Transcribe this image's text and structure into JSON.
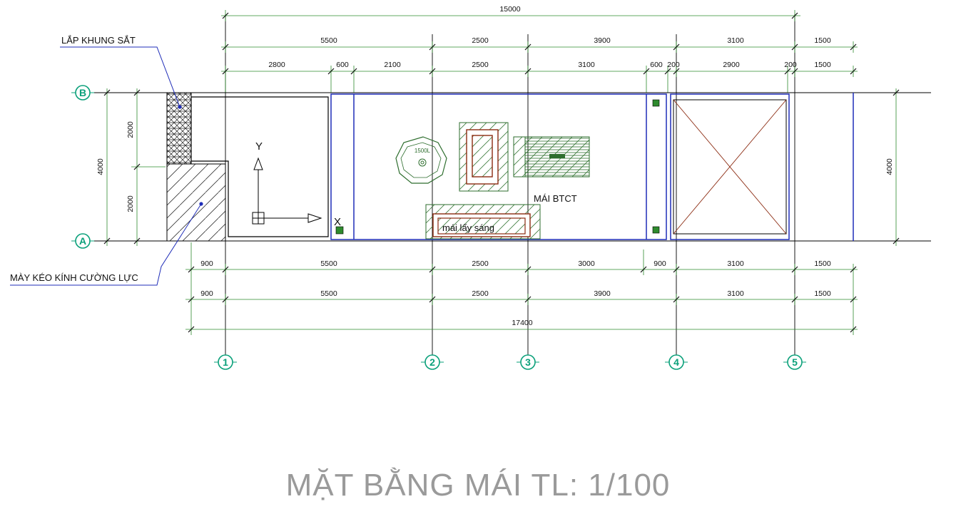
{
  "title": "MẶT BẰNG MÁI TL: 1/100",
  "colors": {
    "wall": "#1f2db8",
    "dim_line": "#2e8b2e",
    "axis_bubble": "#0aa07a",
    "outline": "#000000",
    "brown": "#8b2a10",
    "hatch": "#3a7a3a"
  },
  "labels": {
    "iron_frame": "LẮP KHUNG SẮT",
    "glass_puller": "MÀY KÉO KÍNH CƯỜNG LỰC",
    "rc_roof": "MÁI BTCT",
    "skylight": "mái lấy sáng",
    "tank": "1500L",
    "ucs_y": "Y",
    "ucs_x": "X"
  },
  "axes": {
    "grid_numbers": [
      "1",
      "2",
      "3",
      "4",
      "5"
    ],
    "grid_letters": [
      "B",
      "A"
    ]
  },
  "dimensions": {
    "top_total": "15000",
    "top_row1": [
      "5500",
      "2500",
      "3900",
      "3100",
      "1500"
    ],
    "top_row2": [
      "2800",
      "600",
      "2100",
      "2500",
      "3100",
      "600",
      "200",
      "2900",
      "200",
      "1500"
    ],
    "left_total": "4000",
    "left_parts": [
      "2000",
      "2000"
    ],
    "right_total": "4000",
    "bottom_row1": [
      "900",
      "5500",
      "2500",
      "3000",
      "900",
      "3100",
      "1500"
    ],
    "bottom_row2": [
      "900",
      "5500",
      "2500",
      "3900",
      "3100",
      "1500"
    ],
    "bottom_total": "17400"
  }
}
